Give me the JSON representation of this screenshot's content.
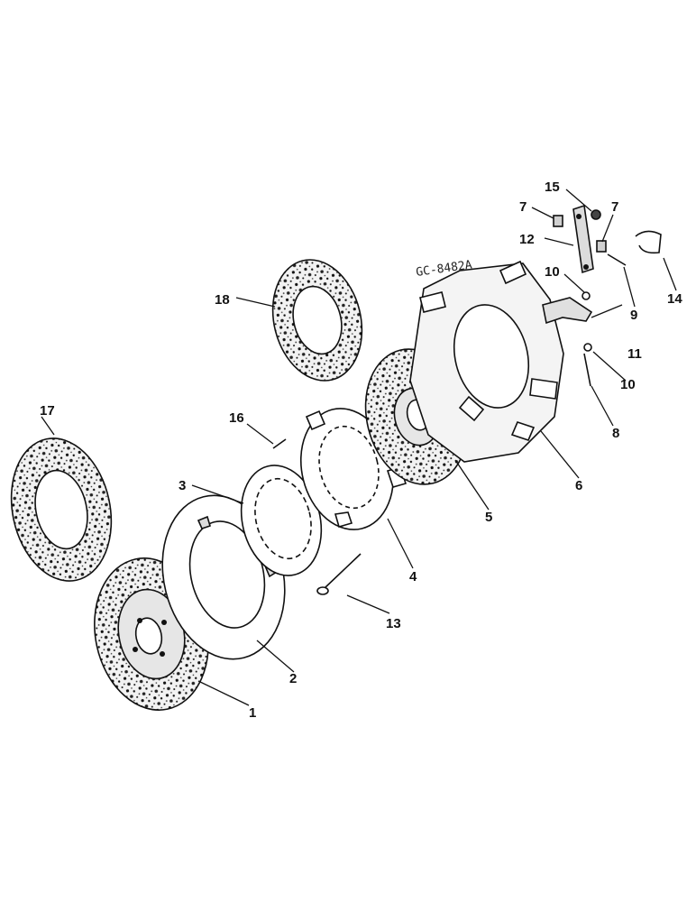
{
  "drawing_code": "GC-8482A",
  "callouts": {
    "c1": "1",
    "c2": "2",
    "c3": "3",
    "c4": "4",
    "c5": "5",
    "c6": "6",
    "c7a": "7",
    "c7b": "7",
    "c8": "8",
    "c9": "9",
    "c10a": "10",
    "c10b": "10",
    "c11": "11",
    "c12": "12",
    "c13": "13",
    "c14": "14",
    "c15": "15",
    "c16": "16",
    "c17": "17",
    "c18": "18"
  }
}
